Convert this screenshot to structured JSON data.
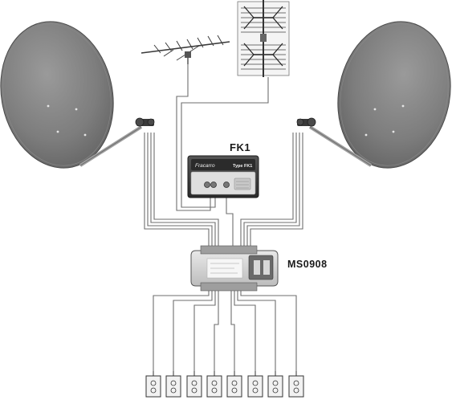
{
  "labels": {
    "fk1": "FK1",
    "multiswitch": "MS0908"
  },
  "fk1_device": {
    "brand": "Fracarro",
    "type": "Type FK1"
  },
  "colors": {
    "dish": "#7a7a7a",
    "cable": "#6e6e6e",
    "device_body": "#3c3c3c",
    "panel": "#dedede"
  },
  "icons": [
    "satellite-dish-icon",
    "yagi-antenna-icon",
    "panel-antenna-icon",
    "wall-socket-icon"
  ]
}
